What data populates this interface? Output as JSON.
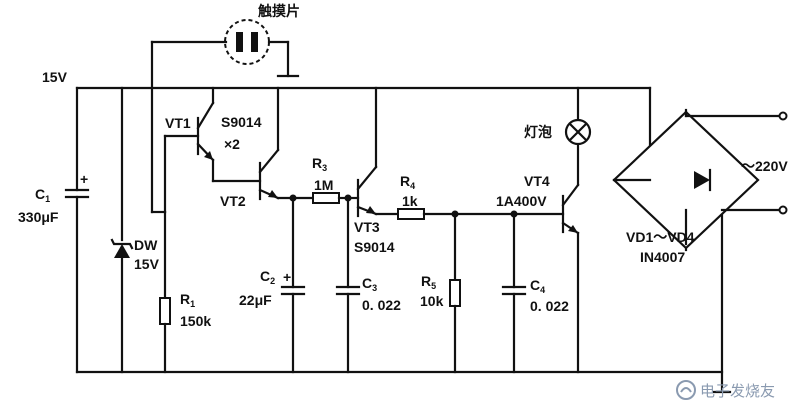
{
  "supply": {
    "voltage": "15V"
  },
  "touch": {
    "label": "触摸片"
  },
  "components": {
    "c1": {
      "name": "C",
      "sub": "1",
      "value": "330μF"
    },
    "dw": {
      "name": "DW",
      "value": "15V"
    },
    "r1": {
      "name": "R",
      "sub": "1",
      "value": "150k"
    },
    "vt1": {
      "name": "VT1",
      "part": "S9014",
      "note": "×2"
    },
    "vt2": {
      "name": "VT2"
    },
    "r3": {
      "name": "R",
      "sub": "3",
      "value": "1M"
    },
    "c2": {
      "name": "C",
      "sub": "2",
      "value": "22μF"
    },
    "vt3": {
      "name": "VT3",
      "part": "S9014"
    },
    "c3": {
      "name": "C",
      "sub": "3",
      "value": "0. 022"
    },
    "r4": {
      "name": "R",
      "sub": "4",
      "value": "1k"
    },
    "r5": {
      "name": "R",
      "sub": "5",
      "value": "10k"
    },
    "c4": {
      "name": "C",
      "sub": "4",
      "value": "0. 022"
    },
    "vt4": {
      "name": "VT4",
      "rating": "1A400V"
    },
    "lamp": {
      "name": "灯泡"
    },
    "bridge": {
      "name": "VD1～VD4",
      "part": "IN4007"
    },
    "ac": {
      "value": "～220V"
    }
  },
  "watermark": {
    "text": "电子发烧友"
  }
}
